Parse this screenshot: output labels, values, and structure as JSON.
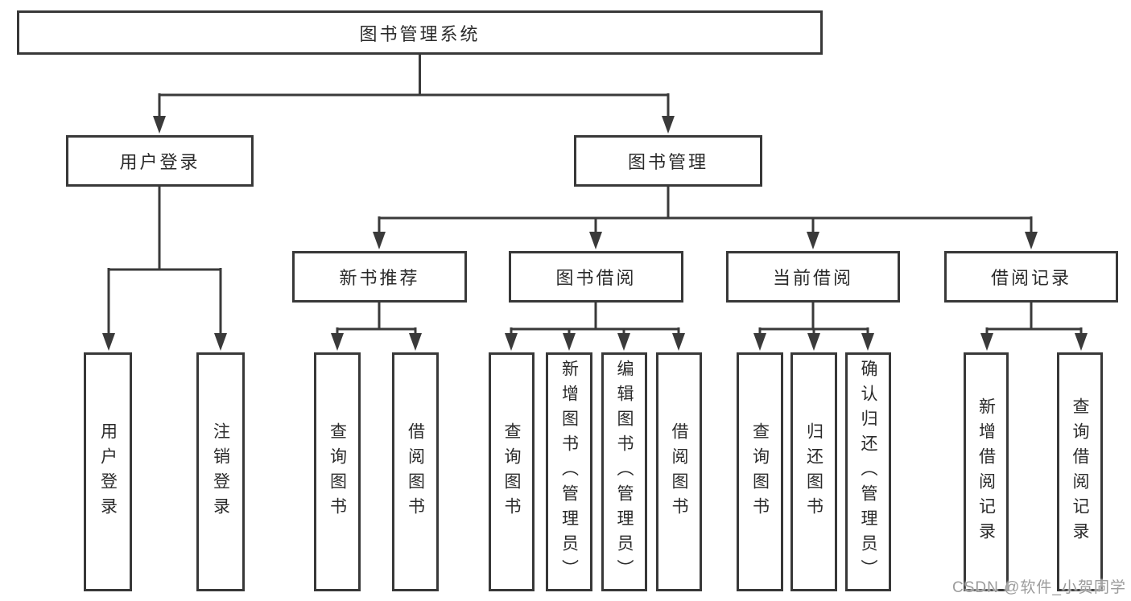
{
  "diagram": {
    "root": {
      "label": "图书管理系统"
    },
    "level2": [
      {
        "label": "用户登录"
      },
      {
        "label": "图书管理"
      }
    ],
    "level3": [
      {
        "label": "新书推荐",
        "parent": "图书管理"
      },
      {
        "label": "图书借阅",
        "parent": "图书管理"
      },
      {
        "label": "当前借阅",
        "parent": "图书管理"
      },
      {
        "label": "借阅记录",
        "parent": "图书管理"
      }
    ],
    "leaves": [
      {
        "label": "用户登录",
        "parent": "用户登录"
      },
      {
        "label": "注销登录",
        "parent": "用户登录"
      },
      {
        "label": "查询图书",
        "parent": "新书推荐"
      },
      {
        "label": "借阅图书",
        "parent": "新书推荐"
      },
      {
        "label": "查询图书",
        "parent": "图书借阅"
      },
      {
        "label": "新增图书（管理员）",
        "parent": "图书借阅"
      },
      {
        "label": "编辑图书（管理员）",
        "parent": "图书借阅"
      },
      {
        "label": "借阅图书",
        "parent": "图书借阅"
      },
      {
        "label": "查询图书",
        "parent": "当前借阅"
      },
      {
        "label": "归还图书",
        "parent": "当前借阅"
      },
      {
        "label": "确认归还（管理员）",
        "parent": "当前借阅"
      },
      {
        "label": "新增借阅记录",
        "parent": "借阅记录"
      },
      {
        "label": "查询借阅记录",
        "parent": "借阅记录"
      }
    ]
  },
  "colors": {
    "line": "#3a3a3a",
    "box_border": "#383838",
    "text": "#2b2b2b",
    "background": "#ffffff",
    "watermark": "#9c9c9c"
  },
  "watermark": {
    "text": "CSDN @软件_小贺同学"
  }
}
